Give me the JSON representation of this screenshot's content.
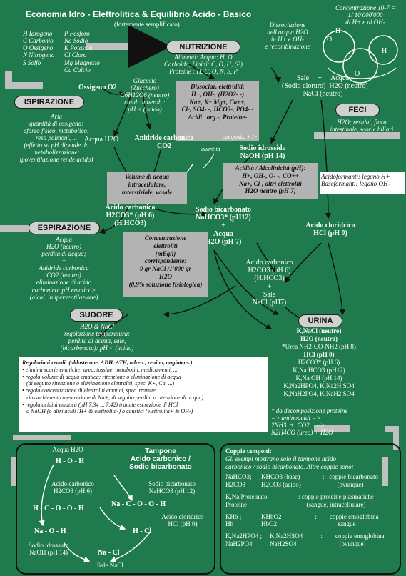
{
  "title": "Economia Idro - Elettrolitica & Equilibrio Acido - Basico",
  "subtitle": "(fortemente semplificato)",
  "elements_left": [
    "H Idrogeno",
    "C Carbonio",
    "O Ossigeno",
    "N Nitrogeno",
    "S Solfo"
  ],
  "elements_right": [
    "P Fosforo",
    "Na Sodio",
    "K Potassio",
    "Cl Cloro",
    "Mg Magnesio",
    "Ca Calcio"
  ],
  "concentration": "Concentrazione 10-7 =\n1/ 10'000'000\ndi H+ e di OH-",
  "water_diagram": {
    "o": "O",
    "h": "H",
    "h_plus": "H",
    "o_minus": "O"
  },
  "dissociation": "Dissociazione\ndell'acqua H2O\nin H+ e OH-\ne recombinazione",
  "nutrizione": {
    "label": "NUTRIZIONE",
    "text": "Alimenti: Acqua: H, O\nCarboidr., Lipidi: C, O, H, (P)\nProteine : H, C, O, N, S, P"
  },
  "ossigeno": "Ossigeno O2",
  "glucosio": "Glucosio\n(Zucchero)\nC6H12O6 (neutro)\ncatab.anaerob.:\npH < (acido)",
  "sale": "Sale     +     Acqua\n(Sodio cloruro)  H2O (neutro)\nNaCl (neutro)",
  "ispirazione": {
    "label": "ISPIRAZIONE",
    "text": "Aria\nquantità di ossigeno:\nsforzo fisico, metabolico,\nresa polmoni, ...\n(effetto su pH dipende da\nmetabolizzazione:\nipoventilazione rende acido)"
  },
  "dissociaz_box": "Dissociaz. elettroliti:\nH+, OH-, (H2O2- -)\nNa+, K+ Mg+, Ca++,\nCl-, SO4- -, HCO3-, PO4- -\nAcidi   org.-, Proteine-",
  "acqua_h2o": "Acqua H2O",
  "anidride": "Anidride carbonica\nCO2",
  "composiz": "composiz. + / -",
  "quantita": "quantità",
  "feci": {
    "label": "FECI",
    "text": "H2O; residui, flora\nintestinale, scorie biliari"
  },
  "volume_box": "Volume di acqua\nintracellulare,\ninterstiziale, vasale",
  "sodio_idrossido": "Sodio idrossido\nNaOH (pH 14)",
  "acidita_box": "Acidità / Alcalinicità (pH):\nH+, OH-, O- -, CO++\nNa+, Cl-, altri elettroliti\nH2O neutro (pH 7)",
  "acidoformanti": "Acidoformanti: legano H+\nBaseformanti: legano OH-",
  "acido_carbonico_1": "Acido carbonico\nH2CO3* (pH 6)\n(H.HCO3)",
  "bicarbonato": "Sodio bicarbonato\nNaHCO3* (pH12)\n+\nAcqua\nH2O (pH 7)",
  "acido_cloridrico": "Acido cloridrico\nHCl (pH 0)",
  "espirazione": {
    "label": "ESPIRAZIONE",
    "text": "Acqua\nH2O (neutro)\nperdita di acqua;\n+\nAnidride carbonica\nCO2 (neutro)\neliminazione di acido\ncarbonico: pH ematico>\n(alcal. in iperventilazione)"
  },
  "concentrazione_box": "Concentrazione\nelettroliti\n(mEq/l)\ncorrispondente:\n9 gr NaCl /1'000 gr\nH2O\n(0,9% soluzione fisiologica)",
  "acido_carbonico_2": "Acido carbonico\nH2CO3 (pH 6)\n(H.HCO3)\n+\nSale\nNaCl (pH7)",
  "sudore": {
    "label": "SUDORE",
    "text": "H2O & NaCl\nregolazione temperatura:\nperdita di acqua, sale,\n(bicarbonato): pH < (acido)"
  },
  "urina": {
    "label": "URINA",
    "items": [
      "K,NaCl    (neutro)",
      "H2O    (neutro)",
      "*Urea NH2-CO-NH2 (pH 8)",
      "HCl (pH 0)",
      "H2CO3* (pH 6)",
      "K,Na HCO3 (pH12)",
      "K,Na OH (pH 14)",
      "K,Na2HPO4, K,Na2H SO4",
      "K,NaH2PO4, K,NaH2 SO4"
    ]
  },
  "regolazioni": {
    "title": "Regolazioni renali: (aldosterone, ADH, ATH, adren., renina, angiotens.)",
    "items": [
      "• elimina scorie ematiche: urea, tossine, metaboliti, medicamenti, ...",
      "• regola volume di acqua ematica: ritenzione o eliminazione di acqua\n   (di seguito ritenzione o eliminazione elettroliti, spec. K+, Ca, ...)",
      "• regola concentrazione di elettroliti ematici, spec. tramite\n   riassorbimento o escrezione di Na+; di seguito perdita o ritenzione di acqua)",
      "• regola acidità ematica (pH 7.34 ... 7.42) tramite escrezione di HCl\n   o NaOH (o altri acidi (H+ & elettrolita-) o caustici (elettrolita+ & OH-)"
    ]
  },
  "urea_note": "* da decomposizione proteine\n=> aminoacidi =>\n2NH3  +  CO2    =>\nN2H4CO (urea) + H2O",
  "tampone_diagram": {
    "acqua": "Acqua H2O",
    "tampone_title": "Tampone\nAcido carbonico /\nSodio bicarbonato",
    "acido_carbonico": "Acido carbonico\nH2CO3 (pH 6)",
    "sodio_bicarbonato": "Sodio bicarbonato\nNaHCO3 (pH 12)",
    "acido_cloridrico": "Acido cloridrico\nHCl (pH 0)",
    "sodio_idrossido": "Sodio idrossido\nNaOH (pH 14)",
    "sale": "Sale NaCl",
    "chain_1": "H - C - O - O - H",
    "chain_2": "Na - C - O - O - H",
    "h": "H",
    "o": "O",
    "na": "Na",
    "cl": "Cl",
    "dbl": "//"
  },
  "coppie": {
    "title": "Coppie tamponi:",
    "intro": "Gli esempi mostrano solo il tampone acido\ncarbonico / sodio bicarbonato. Altre coppie sono:",
    "rows": [
      {
        "a": "NaHCO3;\nH2CO3",
        "b": "KHCO3 (base)\nH2CO3 (acido)",
        "c": ":   coppie bicarbonato\n(ovunque)"
      },
      {
        "a": "K,Na Proteinato\nProteine",
        "b": "",
        "c": ": coppie proteine plasmatiche\n(sangue, intracellulare)"
      },
      {
        "a": "KHb ;\nHb",
        "b": "KHbO2\nHbO2",
        "c": ":        coppie emoglobina\nsangue"
      },
      {
        "a": "K,Na2HPO4 ;\nNaH2PO4",
        "b": "K,Na2HSO4\nNaH2SO4",
        "c": ":        coppie emoglobina\n(ovunque)"
      }
    ]
  },
  "colors": {
    "bg": "#1f7a4d",
    "gray": "#b3b3b3",
    "arrow": "#c8c8c8"
  }
}
